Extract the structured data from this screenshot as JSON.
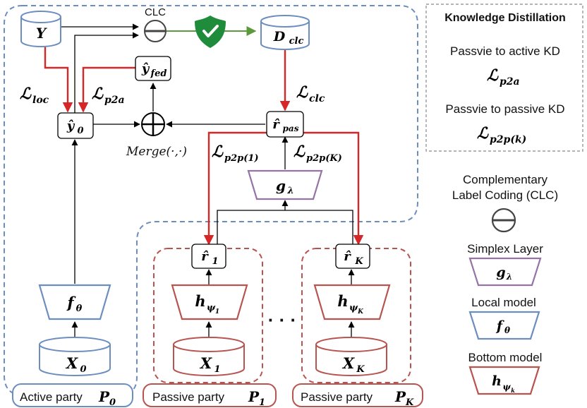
{
  "clc_top": "CLC",
  "nodes": {
    "Y": "Y",
    "D_clc": "D",
    "D_clc_sub": "clc",
    "y_fed": "ŷ",
    "y_fed_sub": "fed",
    "y0": "ŷ",
    "y0_sub": "0",
    "r_pas": "r̂",
    "r_pas_sub": "pas",
    "g": "g",
    "g_sub": "λ",
    "r1": "r̂",
    "r1_sub": "1",
    "rK": "r̂",
    "rK_sub": "K",
    "f": "f",
    "f_sub": "θ",
    "h1": "h",
    "h1_sub": "ψ",
    "h1_subsub": "1",
    "hK": "h",
    "hK_sub": "ψ",
    "hK_subsub": "K",
    "X0": "X",
    "X0_sub": "0",
    "X1": "X",
    "X1_sub": "1",
    "XK": "X",
    "XK_sub": "K",
    "merge": "Merge(·,·)",
    "dots": "· · ·"
  },
  "losses": {
    "loc": "ℒ",
    "loc_sub": "loc",
    "p2a": "ℒ",
    "p2a_sub": "p2a",
    "clc": "ℒ",
    "clc_sub": "clc",
    "p2p1": "ℒ",
    "p2p1_sub": "p2p(1)",
    "p2pK": "ℒ",
    "p2pK_sub": "p2p(K)"
  },
  "parties": {
    "active": "Active party",
    "active_sym": "P",
    "active_sub": "0",
    "passive1": "Passive party",
    "passive1_sym": "P",
    "passive1_sub": "1",
    "passiveK": "Passive party",
    "passiveK_sym": "P",
    "passiveK_sub": "K"
  },
  "legend": {
    "kd_title": "Knowledge Distillation",
    "p2a_text": "Passvie to active KD",
    "p2a_sym": "ℒ",
    "p2a_sub": "p2a",
    "p2p_text": "Passvie to passive KD",
    "p2p_sym": "ℒ",
    "p2p_sub": "p2p(k)",
    "clc_line1": "Complementary",
    "clc_line2": "Label Coding (CLC)",
    "simplex": "Simplex Layer",
    "simplex_sym": "g",
    "simplex_sub": "λ",
    "local": "Local model",
    "local_sym": "f",
    "local_sub": "θ",
    "bottom": "Bottom model",
    "bottom_sym": "h",
    "bottom_sub": "ψ",
    "bottom_subsub": "k"
  },
  "colors": {
    "blue": "#6c8ebf",
    "red": "#b85450",
    "arrow_red": "#d62728",
    "purple": "#9673a6",
    "green": "#5a9a3a",
    "shield": "#1e8c3a"
  }
}
